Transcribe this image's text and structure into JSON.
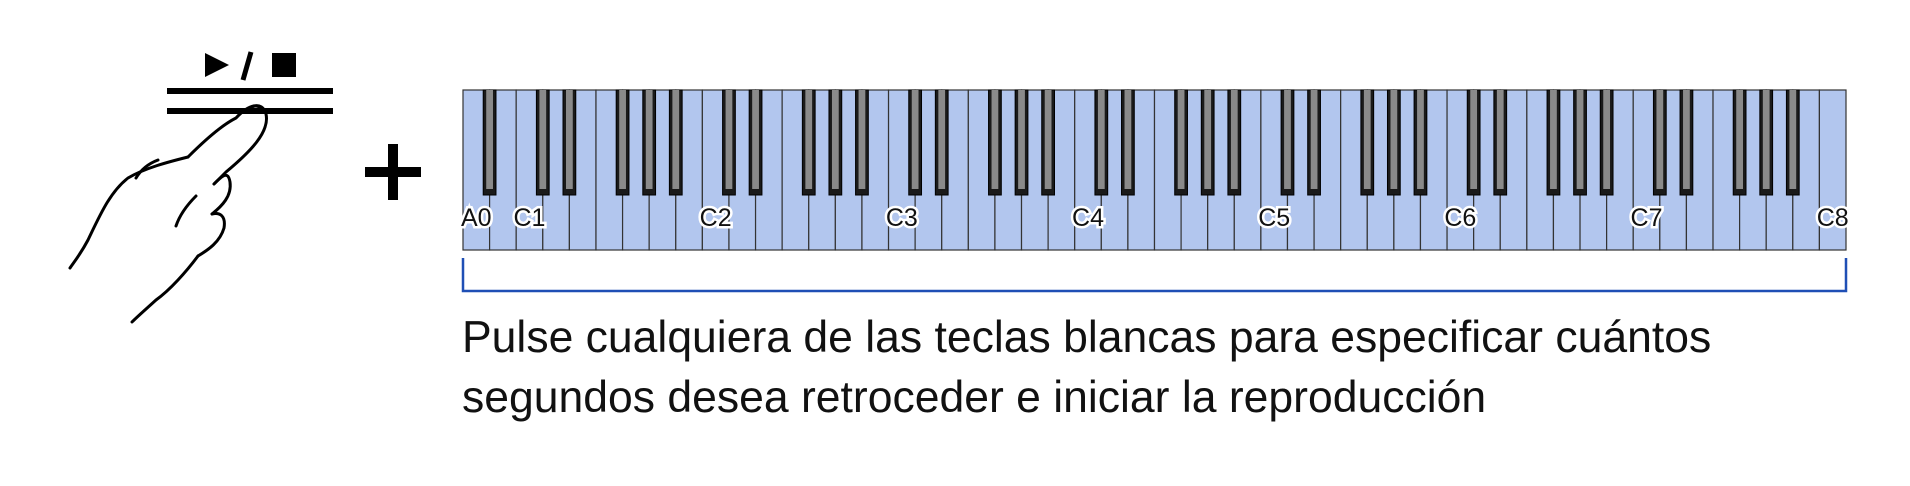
{
  "button_icon": {
    "name": "play-stop-icon",
    "symbol": "play-stop"
  },
  "plus_symbol": "+",
  "keyboard": {
    "first_key": "A0",
    "last_key": "C8",
    "white_key_count": 52,
    "black_key_count": 36,
    "labels": [
      "A0",
      "C1",
      "C2",
      "C3",
      "C4",
      "C5",
      "C6",
      "C7",
      "C8"
    ],
    "key_fill_color": "#b2c6ee",
    "black_key_color": "#1a1a1a",
    "highlight_range": "all white keys"
  },
  "bracket_color": "#1f4fb5",
  "instruction": {
    "line1": "Pulse cualquiera de las teclas blancas para especificar cuántos",
    "line2": "segundos desea retroceder e iniciar la reproducción"
  }
}
